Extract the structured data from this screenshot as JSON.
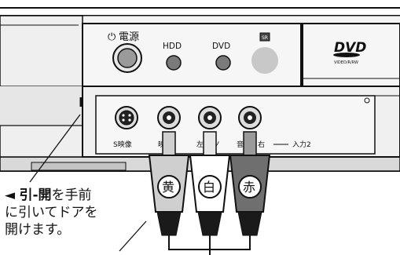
{
  "device": {
    "power_label": "電源",
    "hdd_label": "HDD",
    "dvd_label": "DVD",
    "small_badge": "SR",
    "dvd_logo_text": "DVD",
    "dvd_logo_sub": "VIDEO/R/RW"
  },
  "jacks": {
    "s_video_label": "S映像",
    "video_label": "映像",
    "audio_left_label": "左(モノ",
    "audio_right_label": "音声・右",
    "input_label": "入力2"
  },
  "plugs": {
    "yellow_label": "黄",
    "white_label": "白",
    "red_label": "赤"
  },
  "caption": {
    "arrow": "◄",
    "line1_bold": "引-開",
    "line1_rest": "を手前",
    "line2": "に引いてドアを",
    "line3": "開けます。"
  },
  "colors": {
    "outline": "#111111",
    "panel": "#f2f2f2",
    "shade": "#d6d6d6"
  }
}
